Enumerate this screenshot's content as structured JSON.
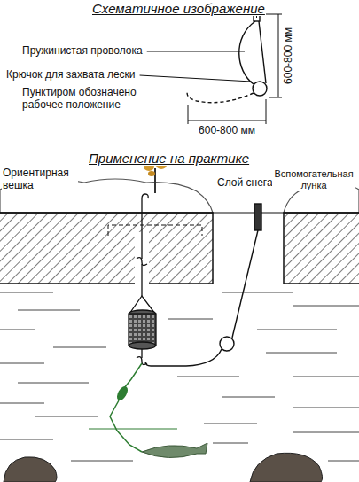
{
  "diagram": {
    "title": "Схематичное изображение",
    "labels": [
      "Пружинистая проволока",
      "Крючок для захвата лески",
      "Пунктиром обозначено рабочее положение",
      "600-800 мм",
      "600-800 мм",
      "Применение на практике",
      "Ориентирная вешка",
      "Слой снега",
      "Вспомогательная лунка"
    ]
  }
}
